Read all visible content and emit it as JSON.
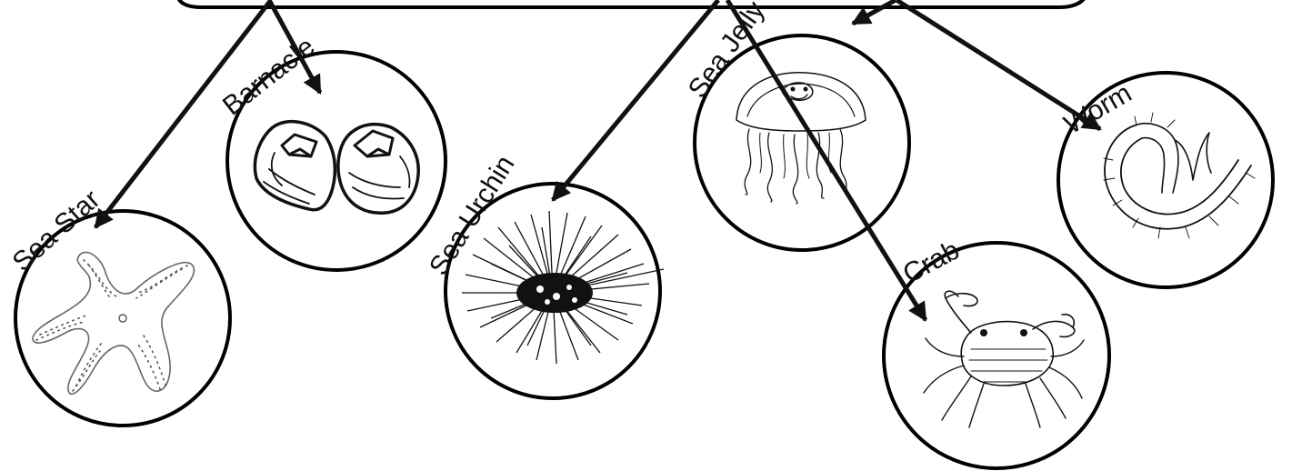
{
  "diagram": {
    "nodes": [
      {
        "id": "sea-star",
        "label": "Sea Star",
        "icon": "sea-star-icon"
      },
      {
        "id": "barnacle",
        "label": "Barnacle",
        "icon": "barnacle-icon"
      },
      {
        "id": "sea-urchin",
        "label": "Sea Urchin",
        "icon": "sea-urchin-icon"
      },
      {
        "id": "sea-jelly",
        "label": "Sea Jelly",
        "icon": "sea-jelly-icon"
      },
      {
        "id": "crab",
        "label": "Crab",
        "icon": "crab-icon"
      },
      {
        "id": "worm",
        "label": "Worm",
        "icon": "worm-icon"
      }
    ],
    "edges": [
      {
        "from": "top-box",
        "to": "sea-star"
      },
      {
        "from": "top-box",
        "to": "barnacle"
      },
      {
        "from": "top-box",
        "to": "sea-urchin"
      },
      {
        "from": "top-box",
        "to": "crab"
      },
      {
        "from": "top-box",
        "to": "sea-jelly"
      },
      {
        "from": "top-box",
        "to": "worm"
      }
    ]
  }
}
